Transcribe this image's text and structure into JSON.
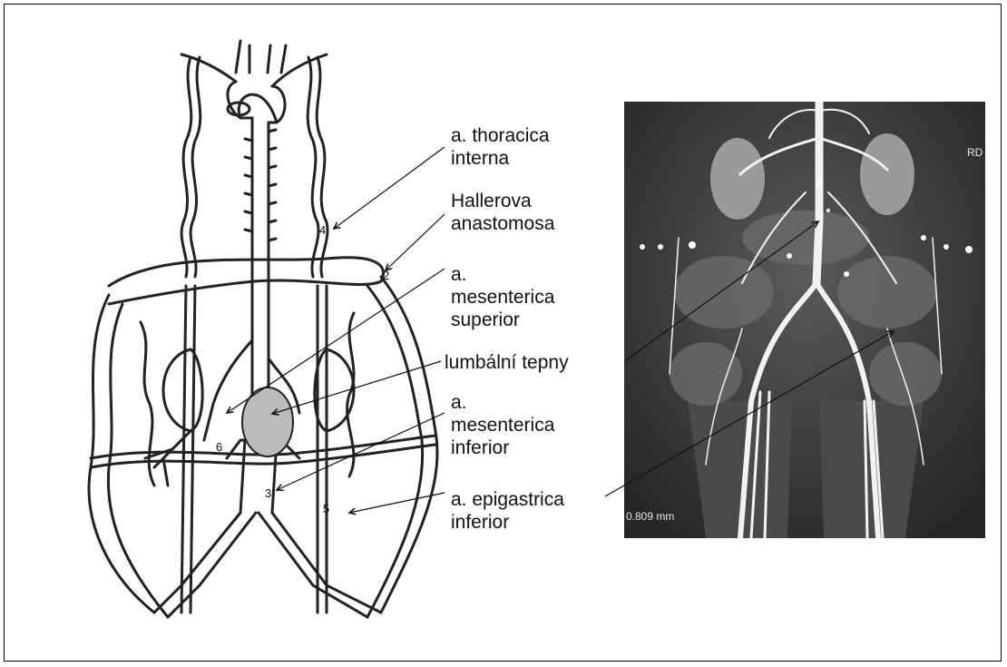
{
  "labels": {
    "thoracica_line1": "a. thoracica",
    "thoracica_line2": "interna",
    "haller_line1": "Hallerova",
    "haller_line2": "anastomosa",
    "mes_sup_line1": "a.",
    "mes_sup_line2": "mesenterica",
    "mes_sup_line3": "superior",
    "lumbalni": "lumbální tepny",
    "mes_inf_line1": "a.",
    "mes_inf_line2": "mesenterica",
    "mes_inf_line3": "inferior",
    "epig_line1": "a. epigastrica",
    "epig_line2": "inferior"
  },
  "diagram_numbers": {
    "n4": "4",
    "n2": "2",
    "n6": "6",
    "n3": "3",
    "n5": "5"
  },
  "ct_image": {
    "side_text": "RD",
    "measure_text": "0.809 mm"
  },
  "colors": {
    "frame": "#000000",
    "ct_background": "#2b2b2b",
    "vessel_bright": "#f2f2f2"
  }
}
